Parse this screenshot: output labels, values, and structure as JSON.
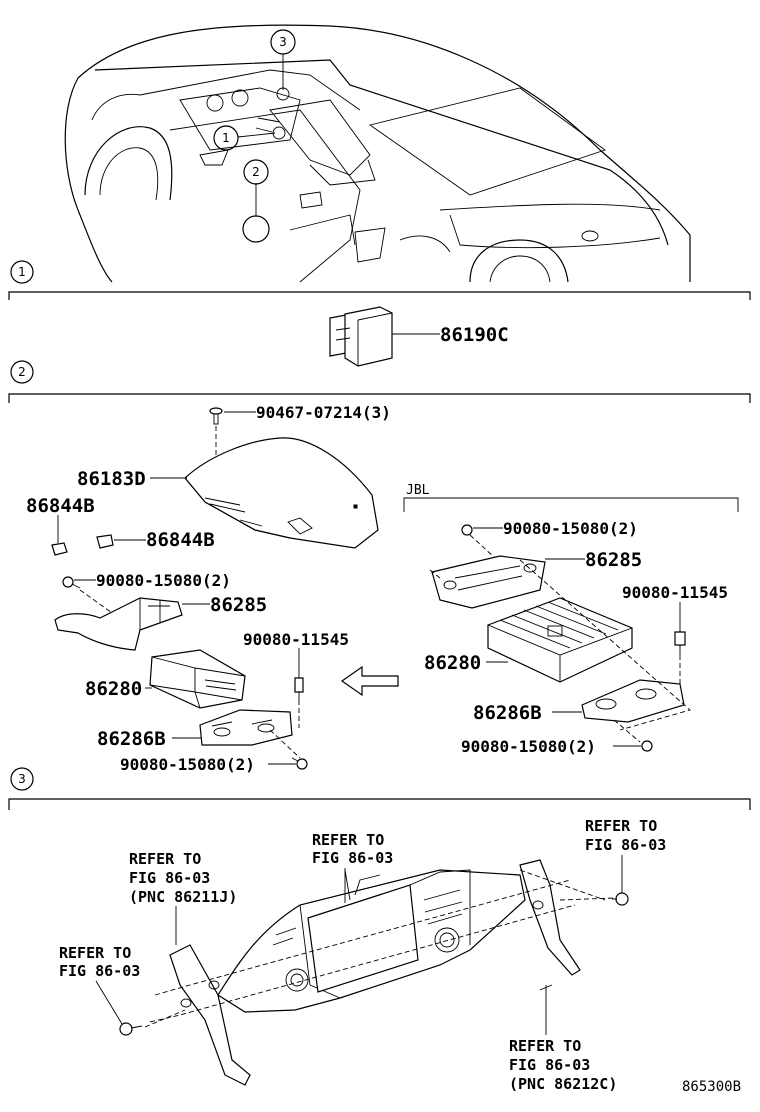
{
  "section_markers": {
    "s1": "1",
    "s2": "2",
    "s3": "3"
  },
  "callouts": {
    "c1": "1",
    "c2": "2",
    "c3": "3"
  },
  "section1": {
    "part": "86190C"
  },
  "section2": {
    "parts": {
      "screw_top": "90467-07214(3)",
      "cover": "86183D",
      "clip_left": "86844B",
      "clip_right": "86844B",
      "bolt_a": "90080-15080(2)",
      "bracket_upper": "86285",
      "amp": "86280",
      "bolt_side": "90080-11545",
      "bracket_lower": "86286B",
      "bolt_b": "90080-15080(2)"
    },
    "jbl": {
      "label": "JBL",
      "bolt_a": "90080-15080(2)",
      "bracket_upper": "86285",
      "bolt_side": "90080-11545",
      "amp": "86280",
      "bracket_lower": "86286B",
      "bolt_b": "90080-15080(2)"
    }
  },
  "section3": {
    "ref_center": {
      "l1": "REFER TO",
      "l2": "FIG 86-03"
    },
    "ref_left_top": {
      "l1": "REFER TO",
      "l2": "FIG 86-03",
      "l3": "(PNC 86211J)"
    },
    "ref_right_top": {
      "l1": "REFER TO",
      "l2": "FIG 86-03"
    },
    "ref_left_bottom": {
      "l1": "REFER TO",
      "l2": "FIG 86-03"
    },
    "ref_bottom_right": {
      "l1": "REFER TO",
      "l2": "FIG 86-03",
      "l3": "(PNC 86212C)"
    }
  },
  "figure_code": "865300B"
}
